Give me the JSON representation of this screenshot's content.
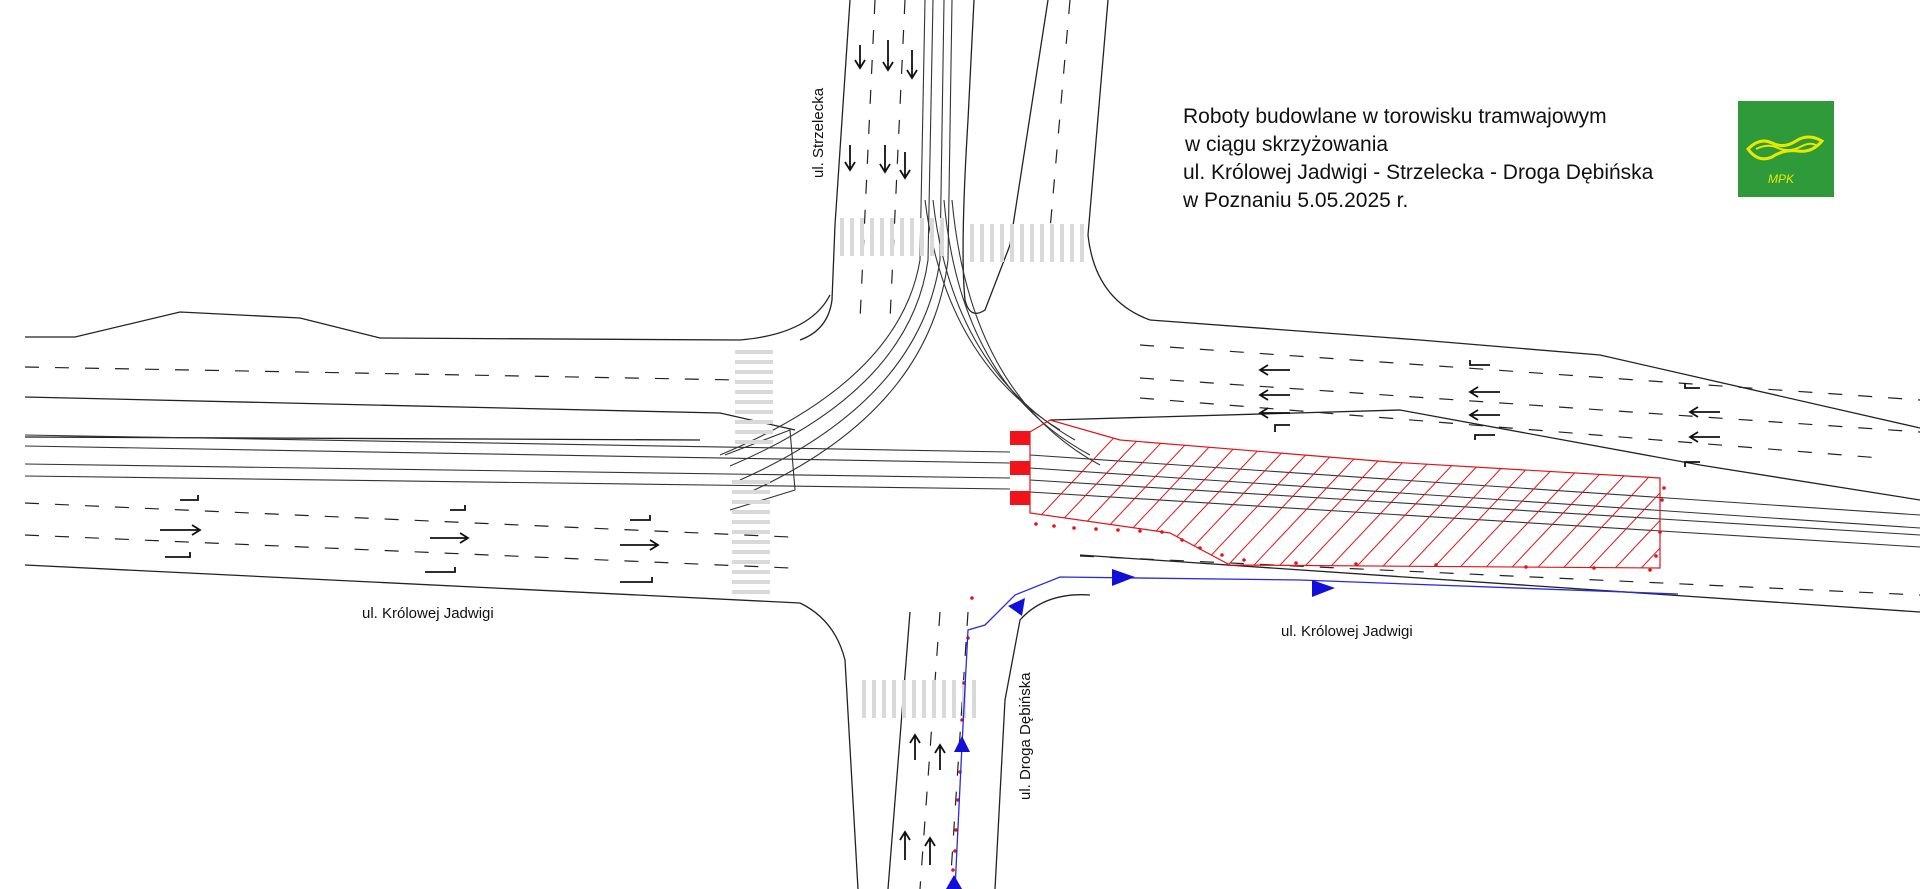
{
  "title_lines": [
    "Roboty budowlane w torowisku tramwajowym",
    "w ciągu skrzyżowania",
    "ul. Królowej Jadwigi - Strzelecka - Droga Dębińska",
    "w Poznaniu 5.05.2025 r."
  ],
  "logo_text": "MPK",
  "streets": {
    "north": "ul. Strzelecka",
    "west": "ul. Królowej Jadwigi",
    "east": "ul. Królowej Jadwigi",
    "south": "ul. Droga Dębińska"
  },
  "colors": {
    "work_zone": "#e0141a",
    "detour": "#1010d8",
    "logo_bg": "#2e9a3a",
    "logo_fg": "#e8e800"
  }
}
